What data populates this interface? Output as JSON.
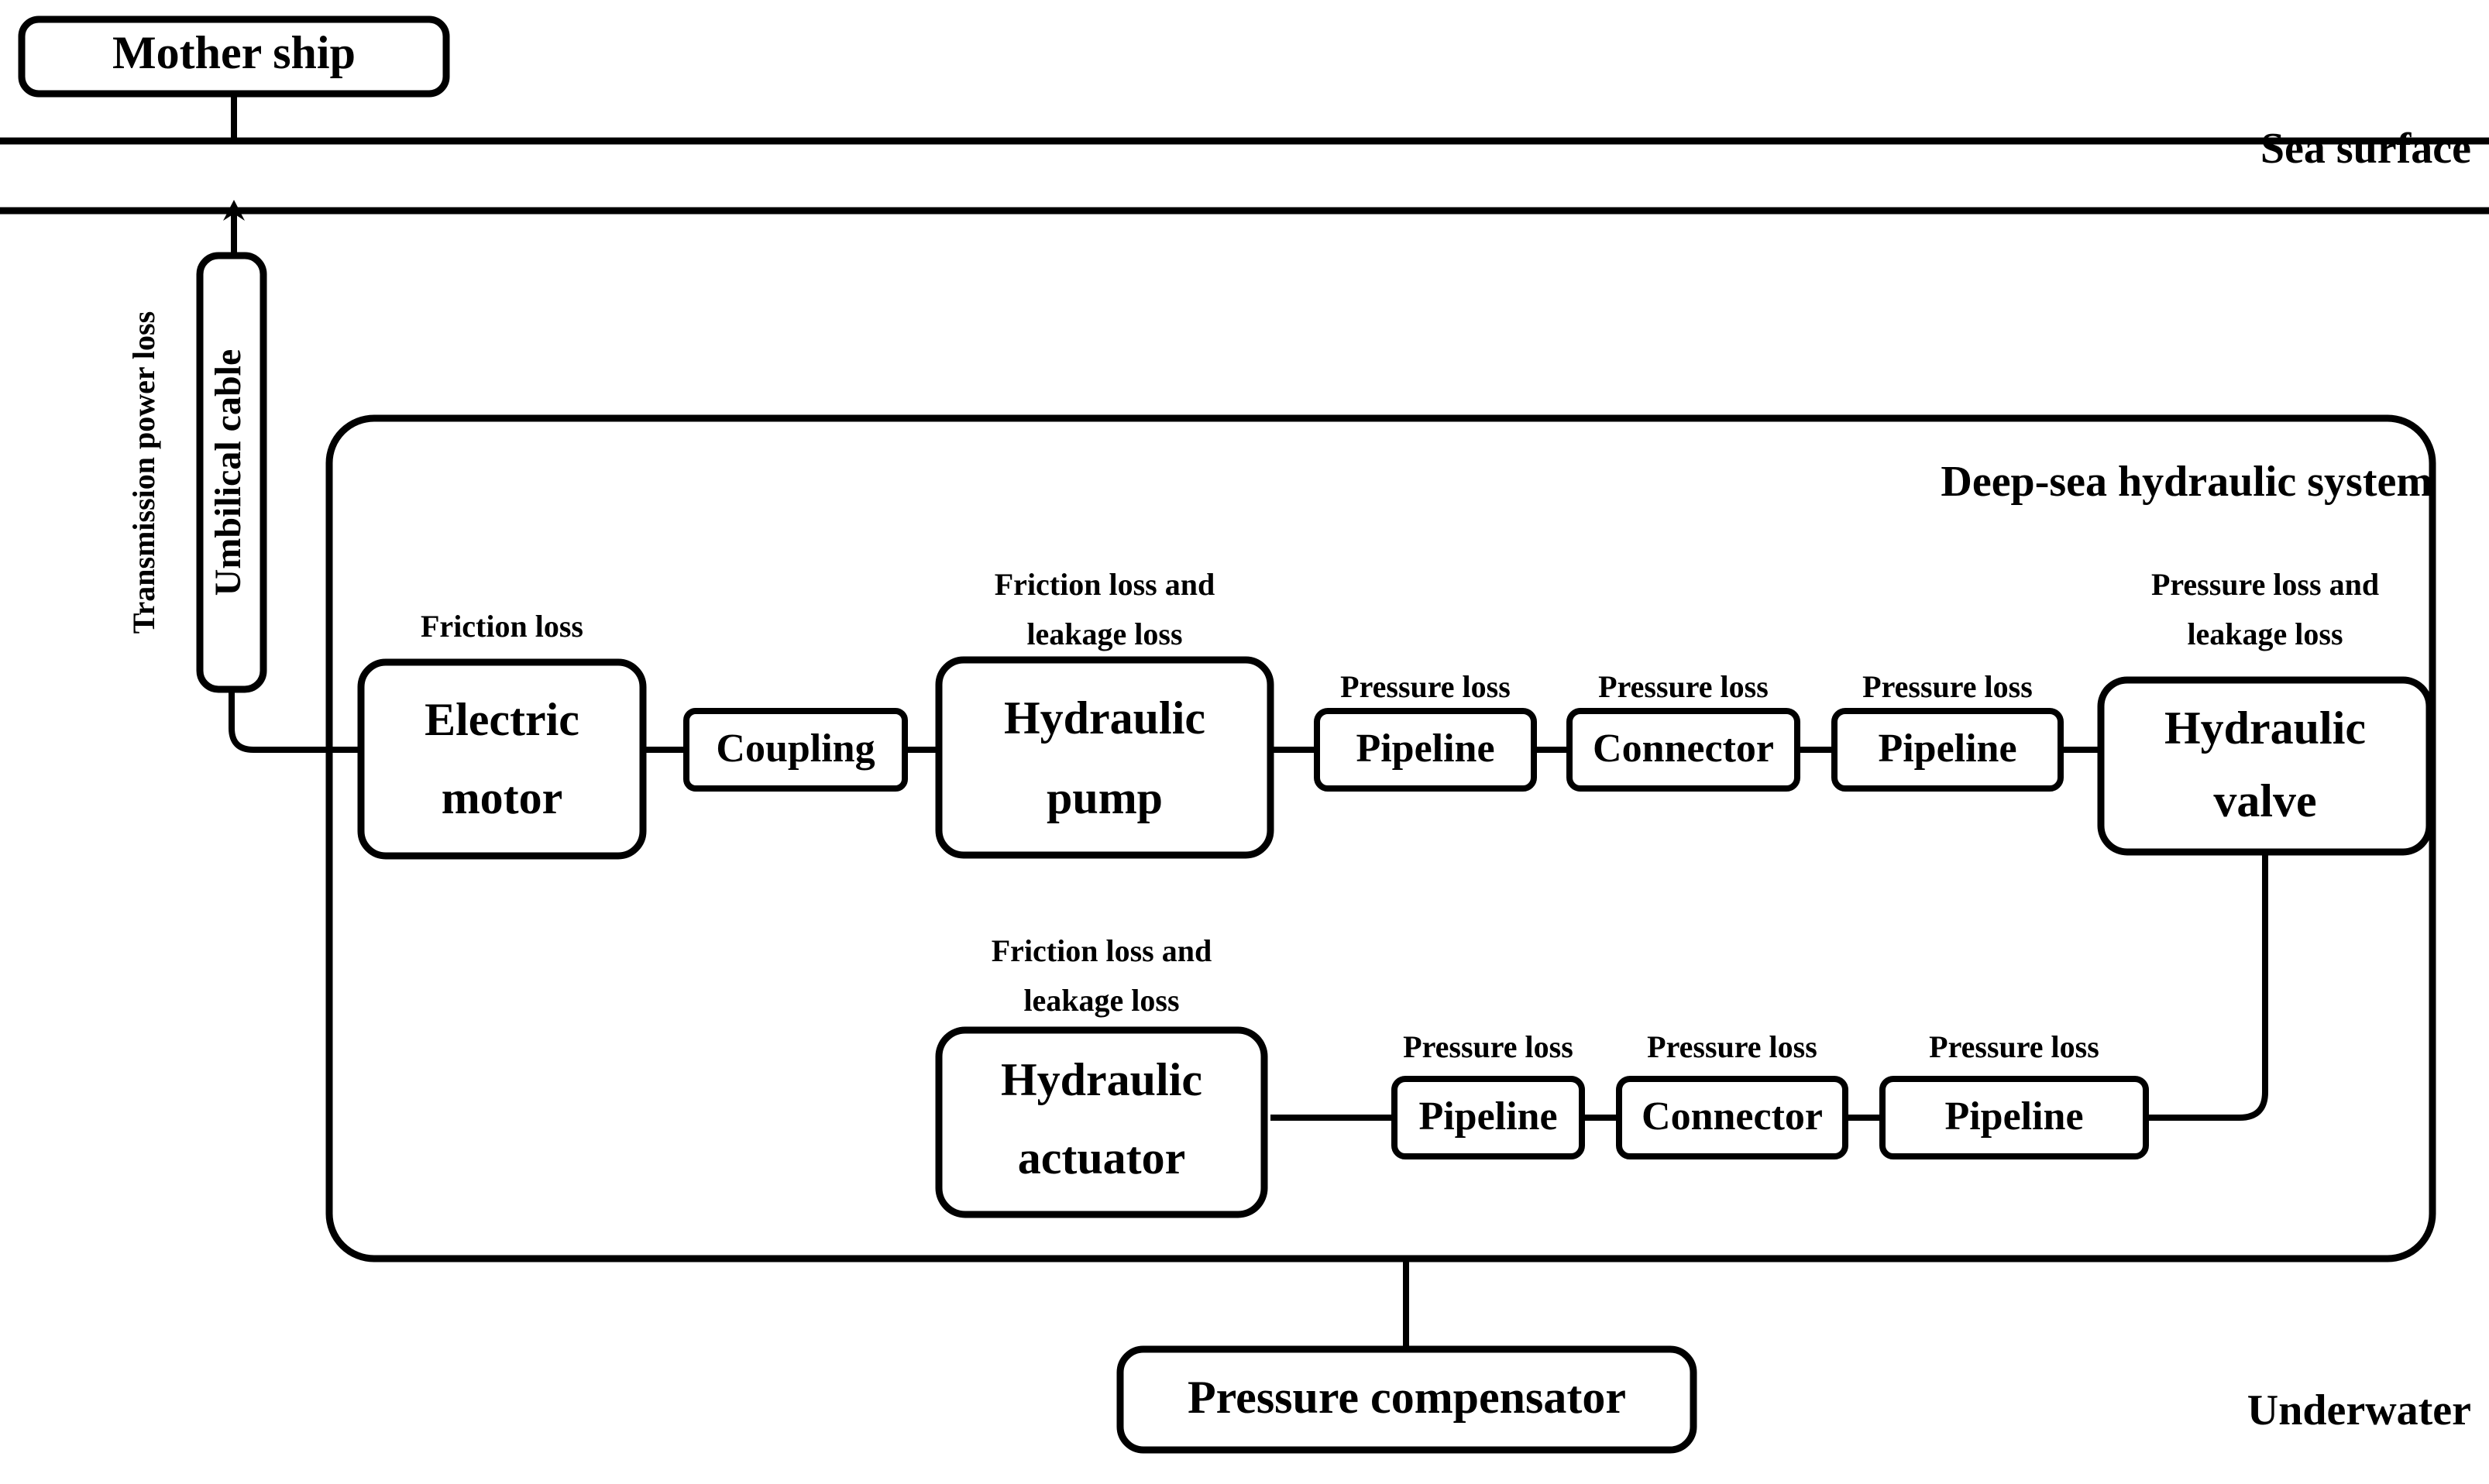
{
  "diagram": {
    "title_labels": {
      "sea_surface": "Sea surface",
      "deep_sea_system": "Deep-sea hydraulic system",
      "underwater": "Underwater"
    },
    "surface_nodes": [
      {
        "id": "mother-ship",
        "label": "Mother ship"
      }
    ],
    "cable": {
      "label": "Umbilical cable",
      "loss_label": "Transmission power loss"
    },
    "upper_chain": [
      {
        "id": "electric-motor",
        "label_line1": "Electric",
        "label_line2": "motor",
        "loss": "Friction loss"
      },
      {
        "id": "coupling",
        "label_line1": "Coupling",
        "label_line2": "",
        "loss": ""
      },
      {
        "id": "hydraulic-pump",
        "label_line1": "Hydraulic",
        "label_line2": "pump",
        "loss": "Friction loss and leakage loss"
      },
      {
        "id": "pipeline-1",
        "label_line1": "Pipeline",
        "label_line2": "",
        "loss": "Pressure loss"
      },
      {
        "id": "connector-1",
        "label_line1": "Connector",
        "label_line2": "",
        "loss": "Pressure loss"
      },
      {
        "id": "pipeline-2",
        "label_line1": "Pipeline",
        "label_line2": "",
        "loss": "Pressure loss"
      },
      {
        "id": "hydraulic-valve",
        "label_line1": "Hydraulic",
        "label_line2": "valve",
        "loss": "Pressure loss and leakage loss"
      }
    ],
    "lower_chain": [
      {
        "id": "hydraulic-actuator",
        "label_line1": "Hydraulic",
        "label_line2": "actuator",
        "loss": "Friction loss and leakage loss"
      },
      {
        "id": "pipeline-3",
        "label_line1": "Pipeline",
        "label_line2": "",
        "loss": "Pressure loss"
      },
      {
        "id": "connector-2",
        "label_line1": "Connector",
        "label_line2": "",
        "loss": "Pressure loss"
      },
      {
        "id": "pipeline-4",
        "label_line1": "Pipeline",
        "label_line2": "",
        "loss": "Pressure loss"
      }
    ],
    "bottom_nodes": [
      {
        "id": "pressure-compensator",
        "label": "Pressure compensator"
      }
    ],
    "loss_texts": {
      "friction": "Friction loss",
      "friction_leak_l1": "Friction loss and",
      "friction_leak_l2": "leakage loss",
      "pressure": "Pressure loss",
      "pressure_leak_l1": "Pressure loss and",
      "pressure_leak_l2": "leakage loss"
    },
    "node_texts": {
      "mother_ship": "Mother ship",
      "umbilical_cable": "Umbilical cable",
      "transmission_power_loss": "Transmission power loss",
      "electric_l1": "Electric",
      "electric_l2": "motor",
      "coupling": "Coupling",
      "pump_l1": "Hydraulic",
      "pump_l2": "pump",
      "pipeline": "Pipeline",
      "connector": "Connector",
      "valve_l1": "Hydraulic",
      "valve_l2": "valve",
      "actuator_l1": "Hydraulic",
      "actuator_l2": "actuator",
      "pressure_compensator": "Pressure compensator"
    },
    "colors": {
      "stroke": "#000000",
      "fill": "#ffffff",
      "background": "#ffffff"
    }
  }
}
